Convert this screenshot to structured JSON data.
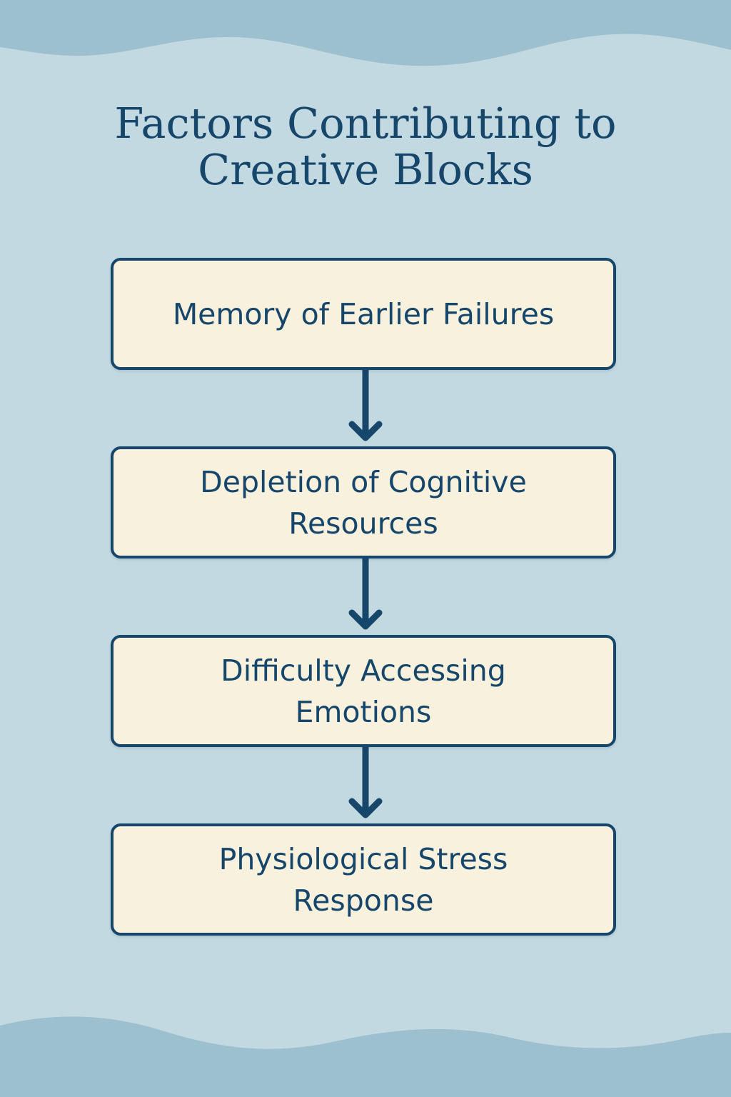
{
  "diagram": {
    "title": "Factors Contributing to Creative Blocks",
    "steps": [
      {
        "label": "Memory of Earlier Failures"
      },
      {
        "label": "Depletion of Cognitive Resources"
      },
      {
        "label": "Difficulty Accessing Emotions"
      },
      {
        "label": "Physiological Stress Response"
      }
    ]
  },
  "colors": {
    "background": "#c3d9e1",
    "wave": "#9dc0cf",
    "box_fill": "#f8f1dd",
    "ink": "#16466a"
  }
}
